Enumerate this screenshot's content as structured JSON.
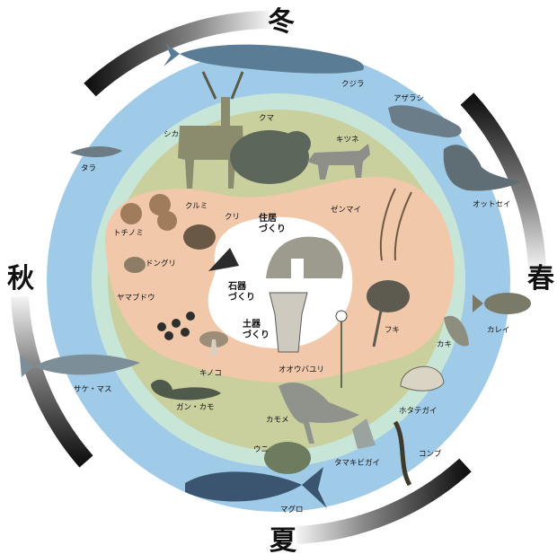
{
  "seasons": {
    "winter": "冬",
    "spring": "春",
    "summer": "夏",
    "autumn": "秋"
  },
  "center": {
    "dwelling": "住居\nづくり",
    "stone_tools": "石器\nづくり",
    "pottery": "土器\nづくり"
  },
  "animals": {
    "whale": "クジラ",
    "seal": "アザラシ",
    "fur_seal": "オットセイ",
    "flounder": "カレイ",
    "oyster": "カキ",
    "scallop": "ホタテガイ",
    "kelp": "コンブ",
    "turban_shell": "タマキビガイ",
    "tuna": "マグロ",
    "urchin": "ウニ",
    "gull": "カモメ",
    "duck": "ガン・カモ",
    "salmon": "サケ・マス",
    "cod": "タラ",
    "deer": "シカ",
    "bear": "クマ",
    "fox": "キツネ"
  },
  "plants": {
    "zenmai": "ゼンマイ",
    "fuki": "フキ",
    "lily": "オオウバユリ",
    "mushroom": "キノコ",
    "grape": "ヤマブドウ",
    "acorn": "ドングリ",
    "horse_chestnut": "トチノミ",
    "walnut": "クルミ",
    "chestnut": "クリ"
  },
  "colors": {
    "outer_ring": "#9fcbe9",
    "mid_ring": "#c8e6d8",
    "forest_ring": "#c9cf9d",
    "inner_field": "#f1c8aa",
    "center": "#ffffff",
    "arc_dark": "#1a1a1a",
    "arc_light": "#f2f2f2"
  }
}
